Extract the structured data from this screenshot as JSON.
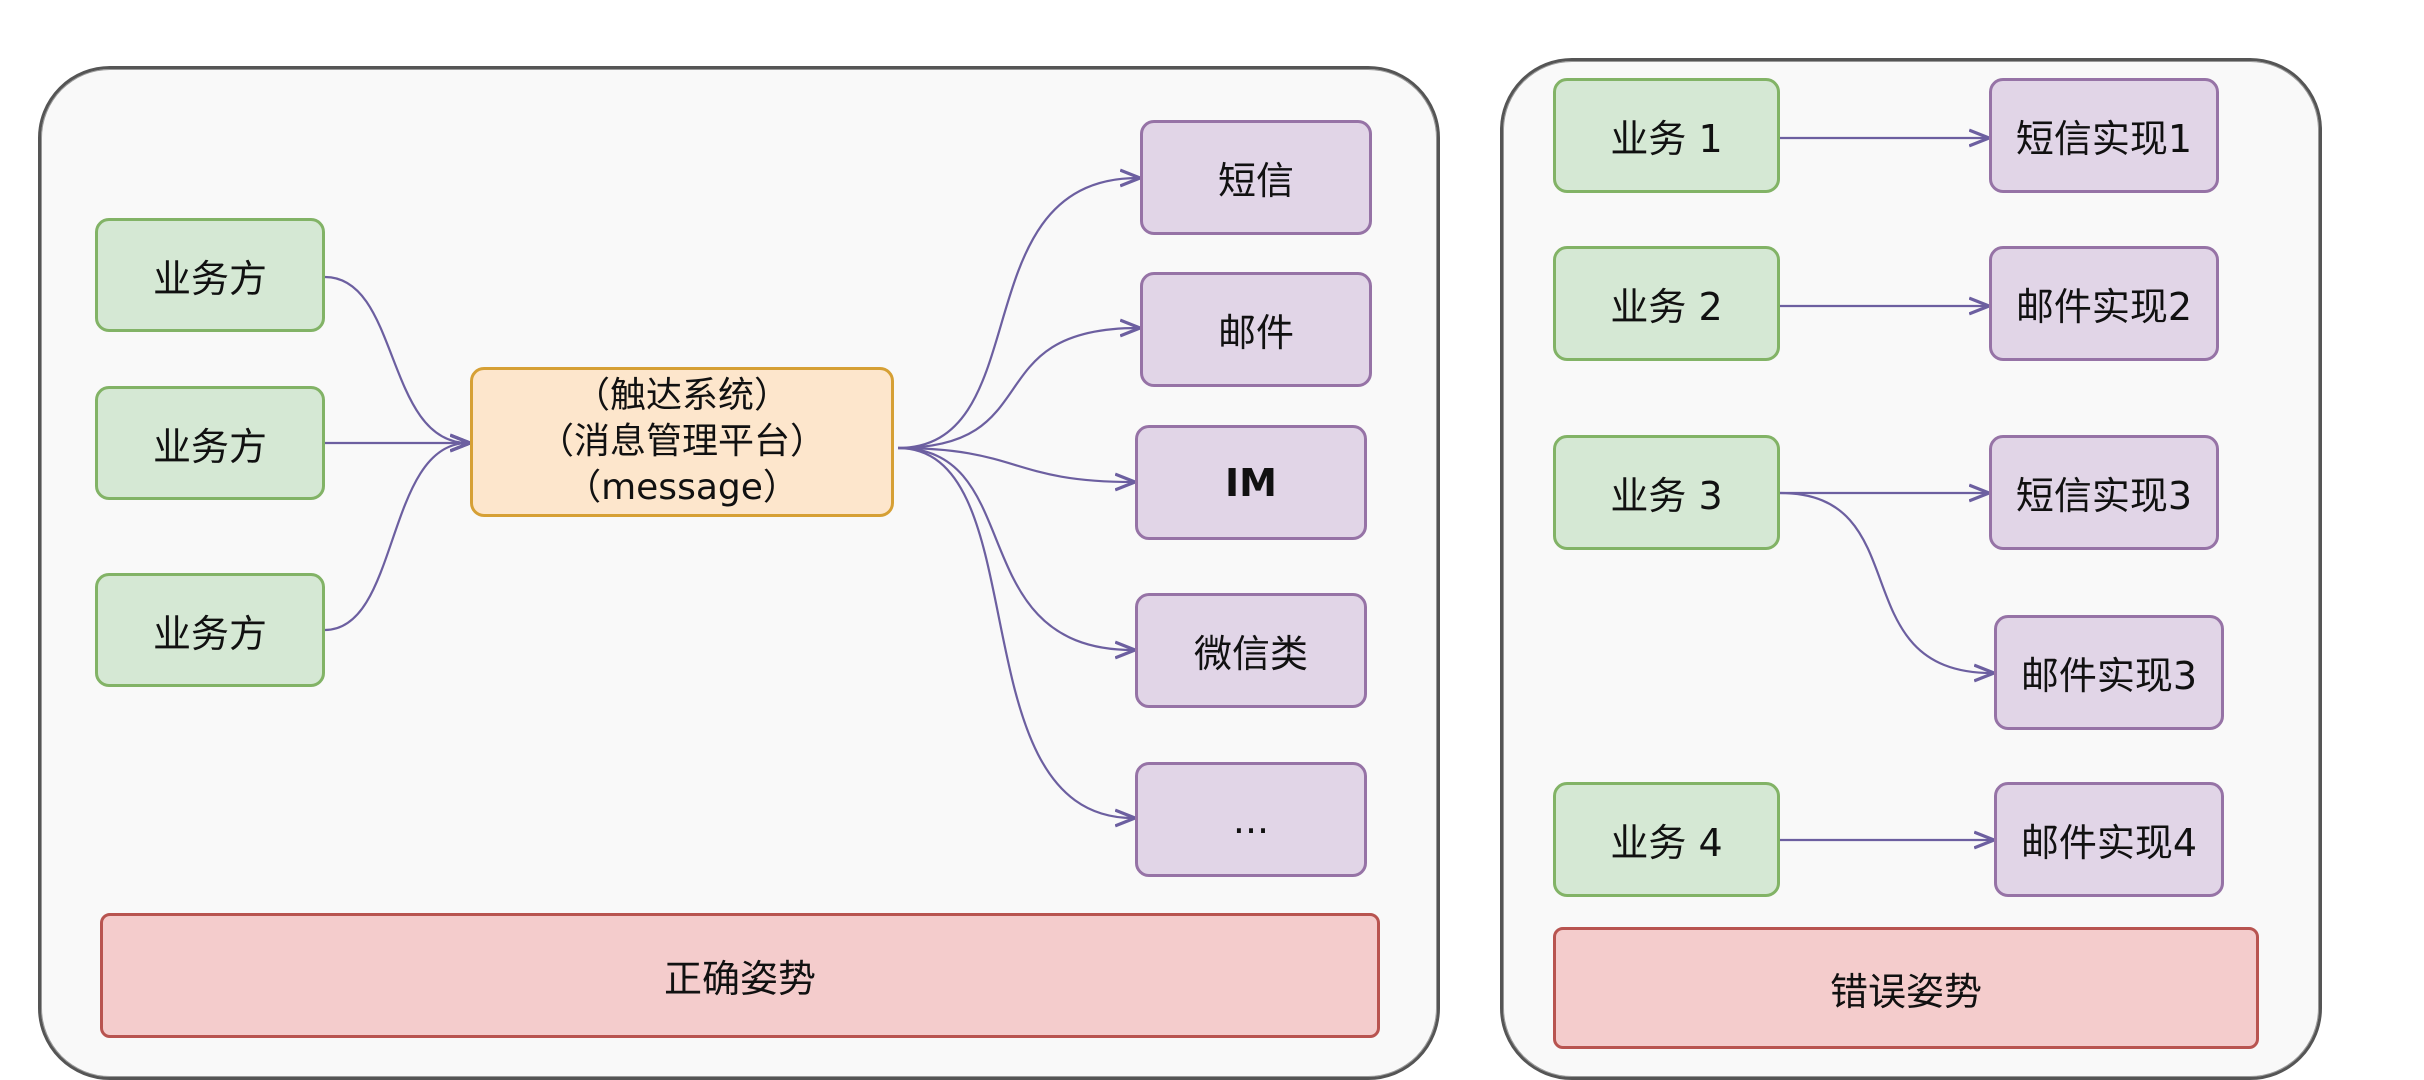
{
  "left_panel": {
    "business_nodes": [
      "业务方",
      "业务方",
      "业务方"
    ],
    "center_node": [
      "（触达系统）",
      "（消息管理平台）",
      "（message）"
    ],
    "channel_nodes": [
      "短信",
      "邮件",
      "IM",
      "微信类",
      "..."
    ],
    "caption": "正确姿势"
  },
  "right_panel": {
    "business_nodes": [
      "业务 1",
      "业务 2",
      "业务 3",
      "业务 4"
    ],
    "impl_nodes": [
      "短信实现1",
      "邮件实现2",
      "短信实现3",
      "邮件实现3",
      "邮件实现4"
    ],
    "caption": "错误姿势"
  },
  "colors": {
    "business": "#d5e8d4",
    "channel": "#e1d5e7",
    "center": "#fde6cc",
    "caption": "#f4cccc",
    "edge": "#6c5fa0"
  }
}
